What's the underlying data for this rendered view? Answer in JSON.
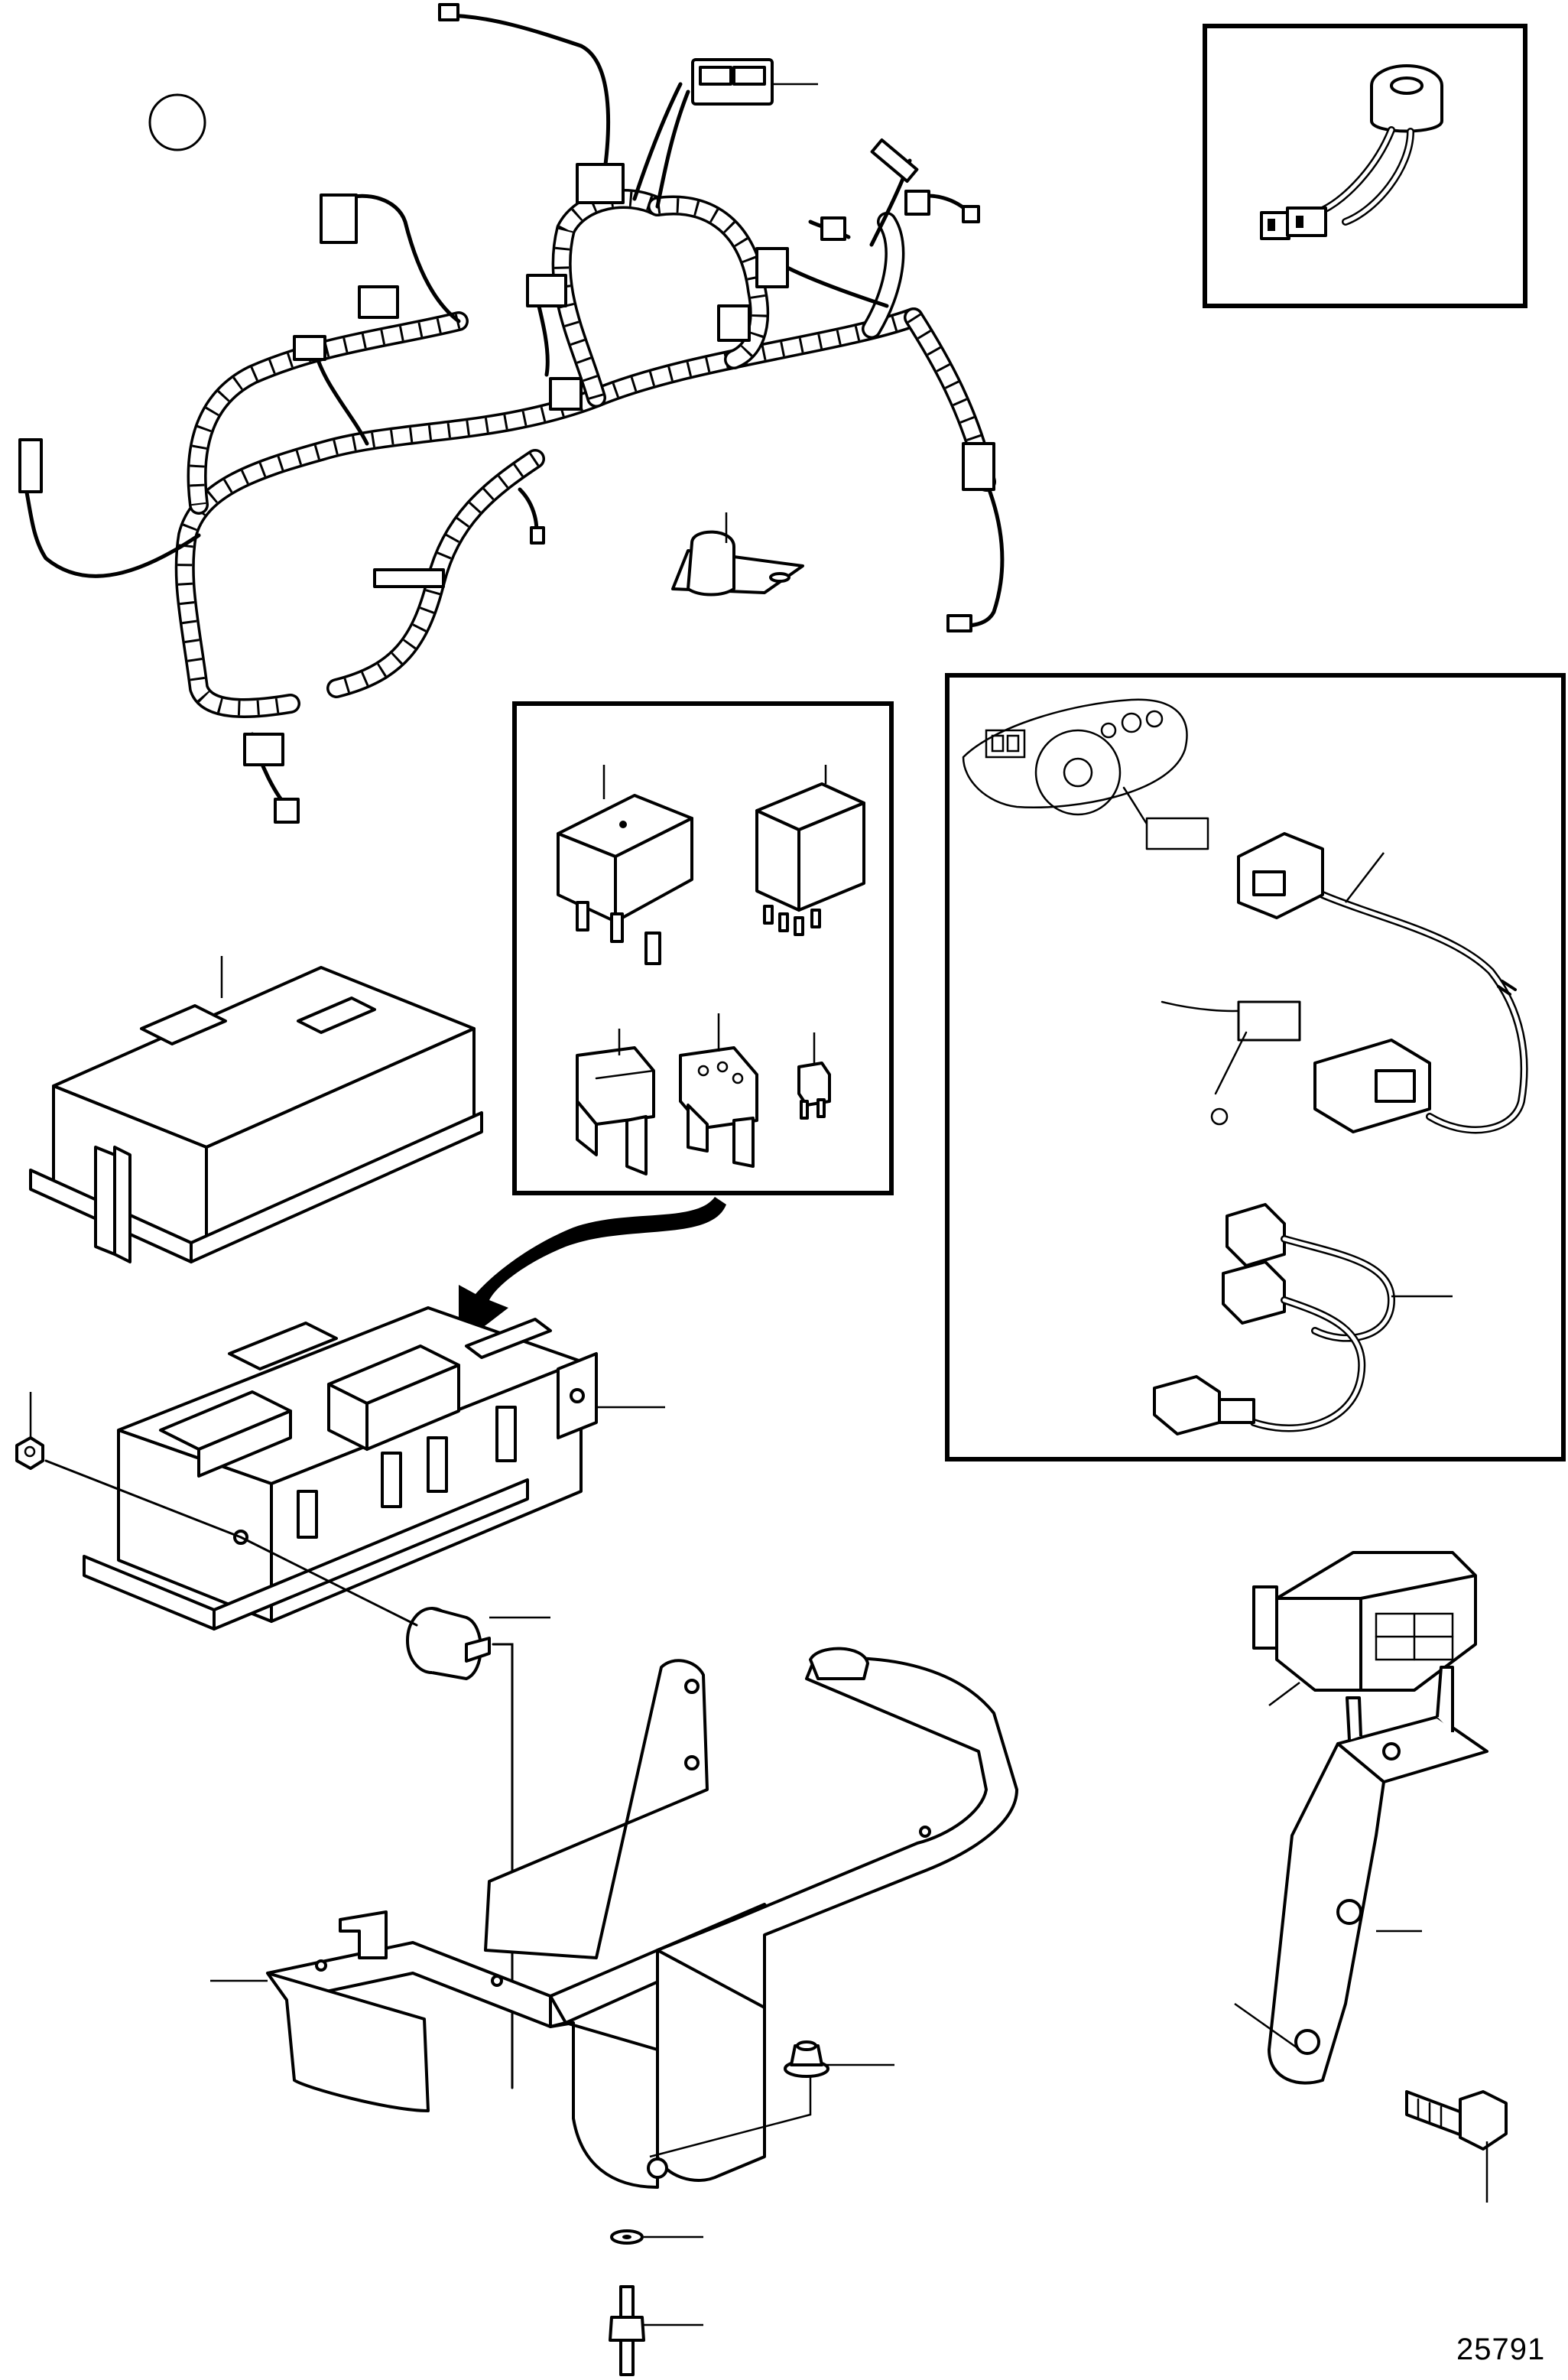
{
  "figure": {
    "number": "25791"
  },
  "icons": [
    "wiring-harness",
    "relay",
    "fuse",
    "fuse-box",
    "fuse-box-cover",
    "mounting-bracket",
    "buzzer",
    "ignition-lock-harness",
    "rubber-mount",
    "bolt",
    "nut",
    "washer",
    "stud"
  ]
}
